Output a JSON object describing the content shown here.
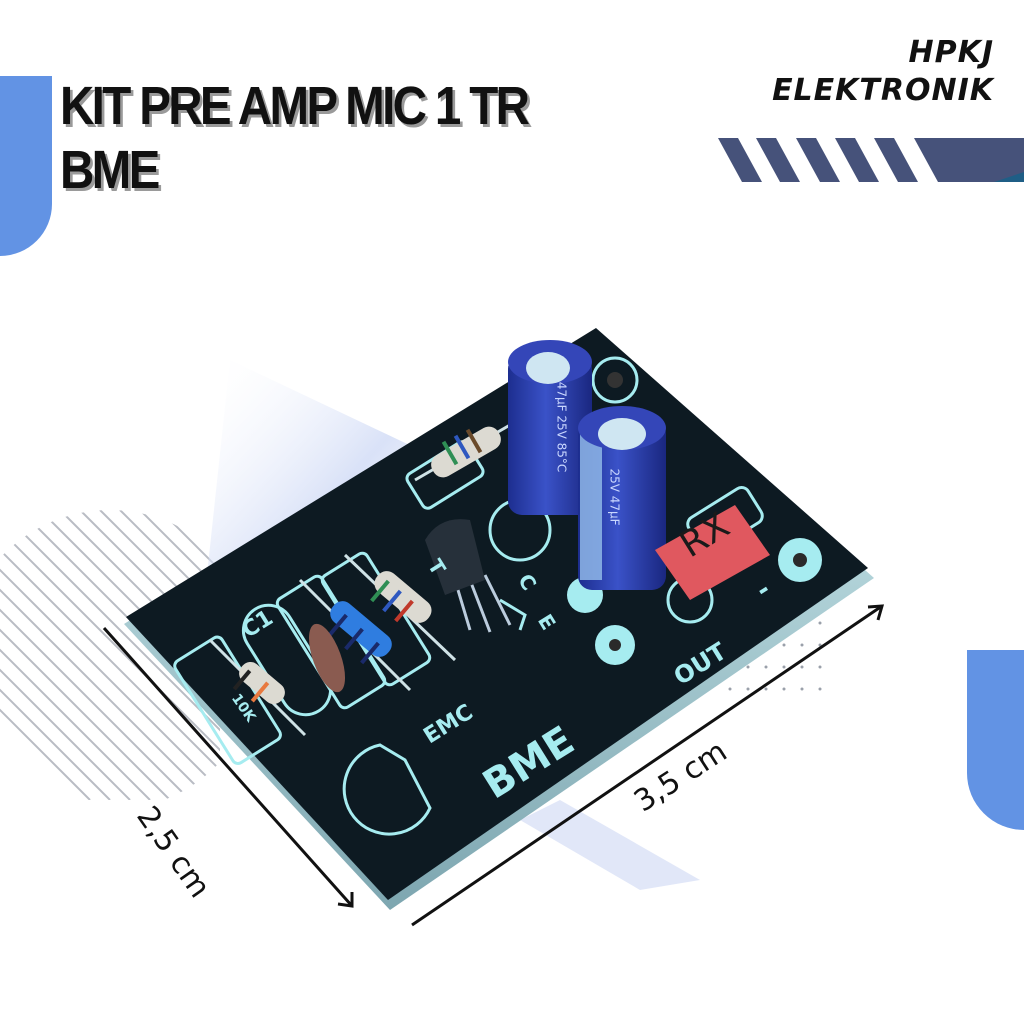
{
  "header": {
    "title_line1": "KIT PRE AMP MIC 1 TR",
    "title_line2": "BME"
  },
  "brand": {
    "line1": "HPKJ",
    "line2": "ELEKTRONIK"
  },
  "dimensions": {
    "height_label": "2,5 cm",
    "width_label": "3,5 cm"
  },
  "pcb": {
    "silkscreen": {
      "c1": "C1",
      "emc": "EMC",
      "brand": "BME",
      "c": "C",
      "e": "E",
      "out": "OUT",
      "minus": "-",
      "t": "T",
      "r_value": "10K"
    },
    "sticker": "RX",
    "capacitor_1_text": "47µF 25V 85°C",
    "capacitor_2_text": "25V 47µF"
  },
  "colors": {
    "accent_blue": "#6293e4",
    "stripe_navy": "#46527a",
    "pcb_black": "#0d1a22",
    "silkscreen": "#a6ecf0",
    "capacitor_blue": "#2b3fae",
    "sticker_red": "#e0585f"
  }
}
